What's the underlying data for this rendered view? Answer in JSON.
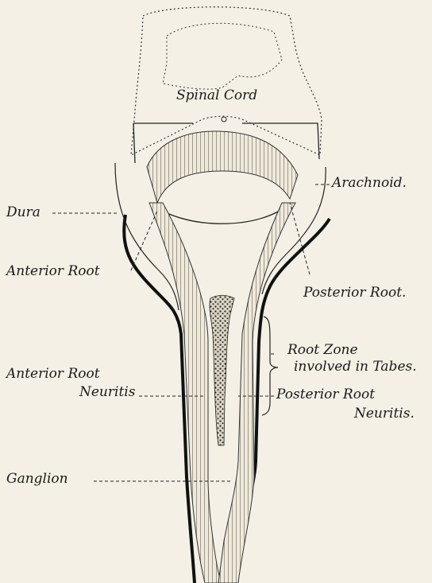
{
  "figure": {
    "labels": {
      "spinal_cord": "Spinal Cord",
      "arachnoid": "Arachnoid.",
      "dura": "Dura",
      "anterior_root": "Anterior Root",
      "posterior_root": "Posterior Root.",
      "root_zone_line1": "Root Zone",
      "root_zone_line2": "involved in Tabes.",
      "anterior_root_neuritis_line1": "Anterior Root",
      "anterior_root_neuritis_line2": "Neuritis",
      "posterior_root_neuritis_line1": "Posterior Root",
      "posterior_root_neuritis_line2": "Neuritis.",
      "ganglion": "Ganglion"
    }
  }
}
